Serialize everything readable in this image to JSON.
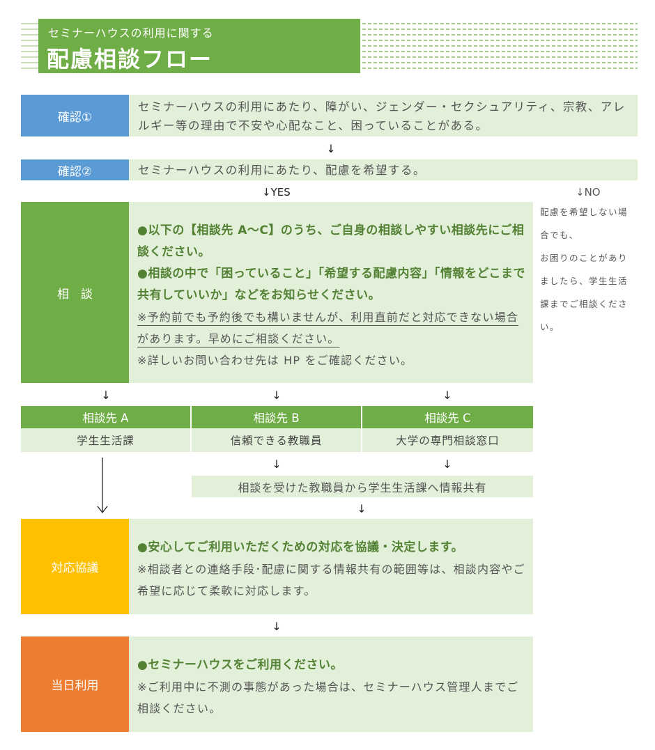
{
  "header": {
    "subtitle": "セミナーハウスの利用に関する",
    "title": "配慮相談フロー"
  },
  "step1": {
    "label": "確認①",
    "text": "セミナーハウスの利用にあたり、障がい、ジェンダー・セクシュアリティ、宗教、アレルギー等の理由で不安や心配なこと、困っていることがある。"
  },
  "step2": {
    "label": "確認②",
    "text": "セミナーハウスの利用にあたり、配慮を希望する。"
  },
  "branch": {
    "yes": "↓YES",
    "no": "↓NO",
    "no_note_lines": [
      "配慮を希望しない場",
      "合でも、",
      "お困りのことがあり",
      "ましたら、学生生活",
      "課までご相談くださ",
      "い。"
    ]
  },
  "consult": {
    "label": "相　談",
    "bullet1": "●以下の【相談先 A～C】のうち、ご自身の相談しやすい相談先にご相談ください。",
    "bullet2": "●相談の中で「困っていること」「希望する配慮内容」「情報をどこまで共有していいか」などをお知らせください。",
    "note1": "※予約前でも予約後でも構いませんが、利用直前だと対応できない場合があります。早めにご相談ください。",
    "note2": "※詳しいお問い合わせ先は HP をご確認ください。"
  },
  "destinations": [
    {
      "name": "相談先 A",
      "place": "学生生活課"
    },
    {
      "name": "相談先 B",
      "place": "信頼できる教職員"
    },
    {
      "name": "相談先 C",
      "place": "大学の専門相談窓口"
    }
  ],
  "share": "相談を受けた教職員から学生生活課へ情報共有",
  "discussion": {
    "label": "対応協議",
    "bullet": "●安心してご利用いただくための対応を協議・決定します。",
    "note": "※相談者との連絡手段･配慮に関する情報共有の範囲等は、相談内容やご希望に応じて柔軟に対応します。"
  },
  "dayof": {
    "label": "当日利用",
    "bullet": "●セミナーハウスをご利用ください。",
    "note": "※ご利用中に不測の事態があった場合は、セミナーハウス管理人までご相談ください。"
  },
  "arrow_symbol": "↓",
  "colors": {
    "green": "#6fad46",
    "pale_green": "#e2efd9",
    "blue": "#5b9bd5",
    "yellow": "#ffc000",
    "orange": "#ed7d31",
    "dark_green_text": "#548235"
  }
}
